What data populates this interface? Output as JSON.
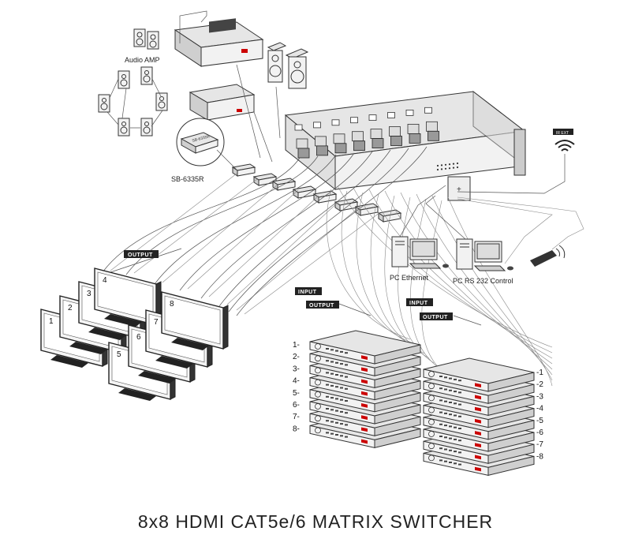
{
  "labels": {
    "audio_amp": "Audio AMP",
    "sb_model": "SB-6335R",
    "pc_ethernet": "PC  Ethernet",
    "pc_rs232": "PC  RS 232 Control",
    "output_tag": "OUTPUT",
    "input_tag": "INPUT",
    "ir_ext": "IR EXT",
    "sb_box_text": "SB-6335R"
  },
  "displays": [
    "1",
    "2",
    "3",
    "4",
    "5",
    "6",
    "7",
    "8"
  ],
  "left_sources": [
    "1-",
    "2-",
    "3-",
    "4-",
    "5-",
    "6-",
    "7-",
    "8-"
  ],
  "right_sources": [
    "-1",
    "-2",
    "-3",
    "-4",
    "-5",
    "-6",
    "-7",
    "-8"
  ],
  "caption": "8x8 HDMI CAT5e/6 MATRIX SWITCHER"
}
